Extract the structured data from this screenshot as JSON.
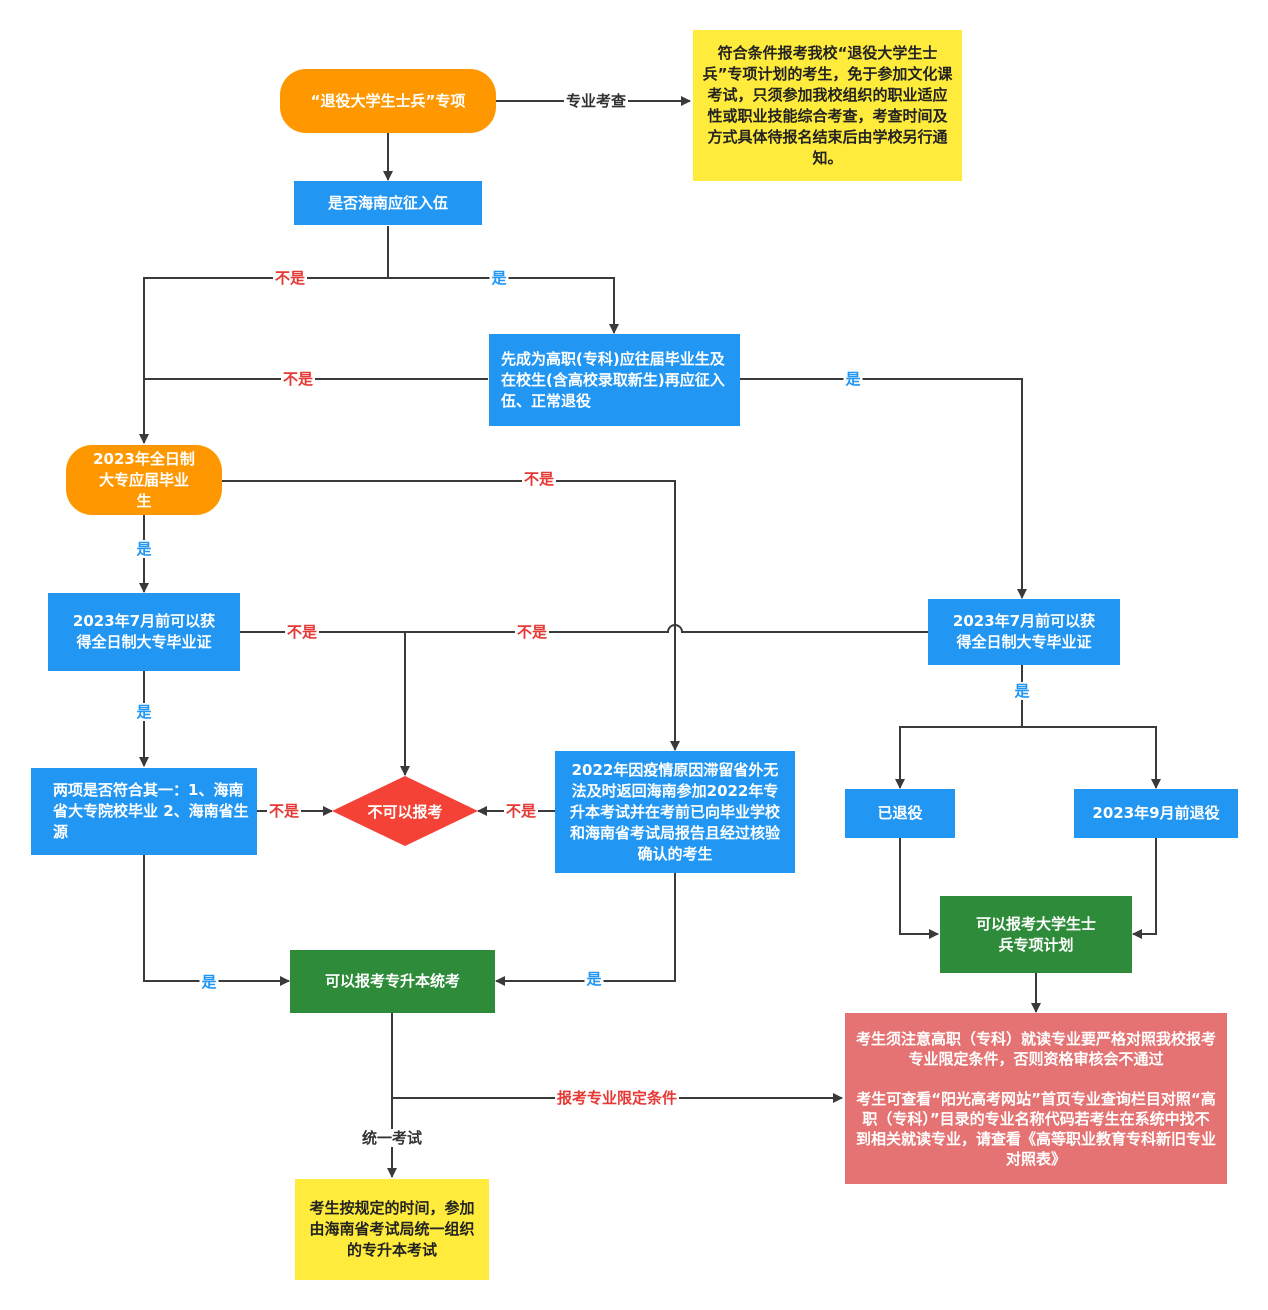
{
  "nodes": {
    "start": "“退役大学生士兵”专项",
    "note_top": "符合条件报考我校“退役大学生士兵”专项计划的考生，免于参加文化课考试，只须参加我校组织的职业适应性或职业技能综合考查，考查时间及方式具体待报名结束后由学校另行通知。",
    "q_hainan": "是否海南应征入伍",
    "q_first_grad": "先成为高职(专科)应往届毕业生及在校生(含高校录取新生)再应征入伍、正常退役",
    "graduate_2023": "2023年全日制大专应届毕业生",
    "q_cert_left": "2023年7月前可以获得全日制大专毕业证",
    "q_cert_right": "2023年7月前可以获得全日制大专毕业证",
    "q_two_items": "两项是否符合其一：1、海南省大专院校毕业 2、海南省生源",
    "cannot_apply": "不可以报考",
    "covid_case": "2022年因疫情原因滞留省外无法及时返回海南参加2022年专升本考试并在考前已向毕业学校和海南省考试局报告且经过核验确认的考生",
    "retired": "已退役",
    "retire_before_sep": "2023年9月前退役",
    "can_soldier_plan": "可以报考大学生士兵专项计划",
    "can_unified_exam": "可以报考专升本统考",
    "major_note_1": "考生须注意高职（专科）就读专业要严格对照我校报考专业限定条件，否则资格审核会不通过",
    "major_note_2": "考生可查看“阳光高考网站”首页专业查询栏目对照“高职（专科）”目录的专业名称代码若考生在系统中找不到相关就读专业，请查看《高等职业教育专科新旧专业对照表》",
    "exam_note": "考生按规定的时间，参加由海南省考试局统一组织的专升本考试"
  },
  "labels": {
    "major_check": "专业考查",
    "yes": "是",
    "no": "不是",
    "major_limits": "报考专业限定条件",
    "unified_exam": "统一考试"
  },
  "colors": {
    "blue": "#2196f3",
    "orange": "#ff9800",
    "green": "#2e8b3a",
    "yellow": "#ffeb3b",
    "red_box": "#e57373",
    "diamond": "#f44336",
    "no_label": "#e53935",
    "yes_label": "#2196f3",
    "line": "#3a3a3a"
  }
}
